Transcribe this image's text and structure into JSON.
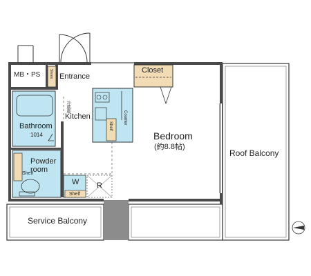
{
  "rooms": {
    "mb_ps": "MB・PS",
    "shoe": "Shoes",
    "entrance": "Entrance",
    "closet": "Closet",
    "kitchen": "Kitchen",
    "fridge": "冷蔵庫",
    "counter": "Counter",
    "kitchen_shelf": "Shelf",
    "bathroom": "Bathroom",
    "bathroom_size": "1014",
    "powder_room": "Powder\nroom",
    "powder_shelf": "Shelf",
    "washer": "W",
    "refrigerator": "R",
    "washer_shelf": "Shelf",
    "bedroom": "Bedroom",
    "bedroom_size": "(約8.8帖)",
    "roof_balcony": "Roof Balcony",
    "service_balcony": "Service Balcony"
  },
  "colors": {
    "wall": "#4a4a4a",
    "column": "#8c8c8c",
    "wet_area": "#bfe4f2",
    "storage": "#f2dcb6",
    "outline": "#333333"
  },
  "icons": [
    "north-arrow-icon",
    "door-swing-icon"
  ]
}
